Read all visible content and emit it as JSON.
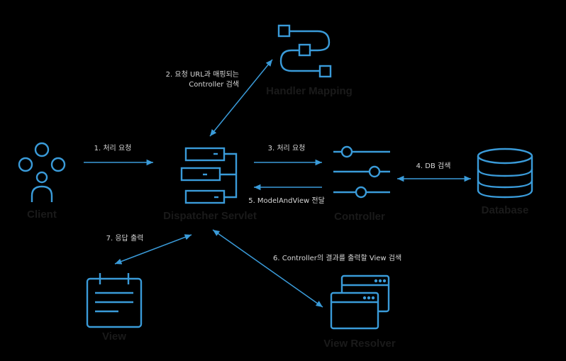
{
  "colors": {
    "background": "#000000",
    "accent": "#3a9bd9",
    "node_label": "#1a1a1a",
    "edge_label": "#d8d8d8"
  },
  "nodes": {
    "client": {
      "label": "Client",
      "icon": "people-network-icon"
    },
    "dispatcher": {
      "label": "Dispatcher Servlet",
      "icon": "server-stack-icon"
    },
    "handler_mapping": {
      "label": "Handler Mapping",
      "icon": "route-map-icon"
    },
    "controller": {
      "label": "Controller",
      "icon": "sliders-icon"
    },
    "database": {
      "label": "Database",
      "icon": "database-icon"
    },
    "view": {
      "label": "View",
      "icon": "notepad-icon"
    },
    "view_resolver": {
      "label": "View Resolver",
      "icon": "windows-icon"
    }
  },
  "edges": {
    "step1": "1. 처리 요청",
    "step2_line1": "2. 요청 URL과 매핑되는",
    "step2_line2": "Controller 검색",
    "step3": "3. 처리 요청",
    "step4": "4. DB 검색",
    "step5": "5. ModelAndView 전달",
    "step6": "6. Controller의 결과를 출력할 View 검색",
    "step7": "7. 응답 출력"
  }
}
